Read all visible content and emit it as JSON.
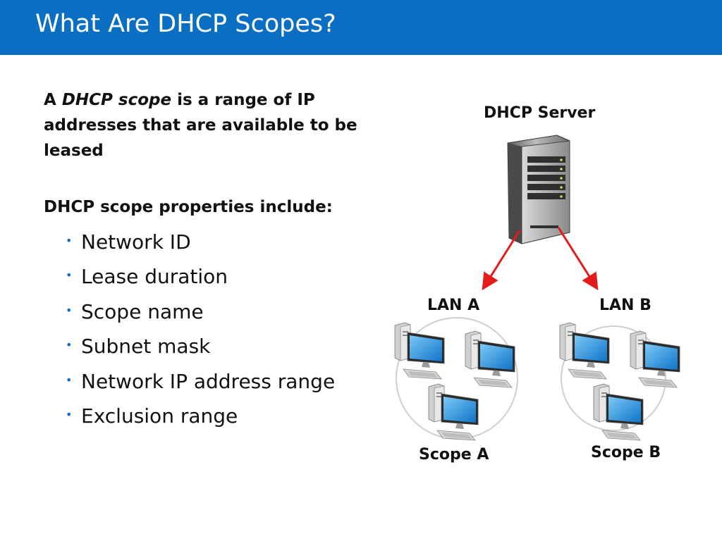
{
  "slide": {
    "title": "What Are DHCP Scopes?"
  },
  "definition": {
    "prefix": "A ",
    "term": "DHCP scope",
    "suffix": " is a range of IP addresses that are available to be leased"
  },
  "properties": {
    "heading": "DHCP scope properties include:",
    "items": [
      "Network ID",
      "Lease duration",
      "Scope name",
      "Subnet mask",
      "Network IP address range",
      "Exclusion range"
    ]
  },
  "diagram": {
    "server_label": "DHCP Server",
    "lan_a_label": "LAN A",
    "lan_b_label": "LAN B",
    "scope_a_label": "Scope A",
    "scope_b_label": "Scope B",
    "icons": [
      "server-icon",
      "computer-icon",
      "arrow-icon"
    ]
  },
  "colors": {
    "title_bar": "#0a6fc2",
    "bullet": "#0a6fc2",
    "arrow": "#e31b1b",
    "screen": "#1e90e0"
  }
}
